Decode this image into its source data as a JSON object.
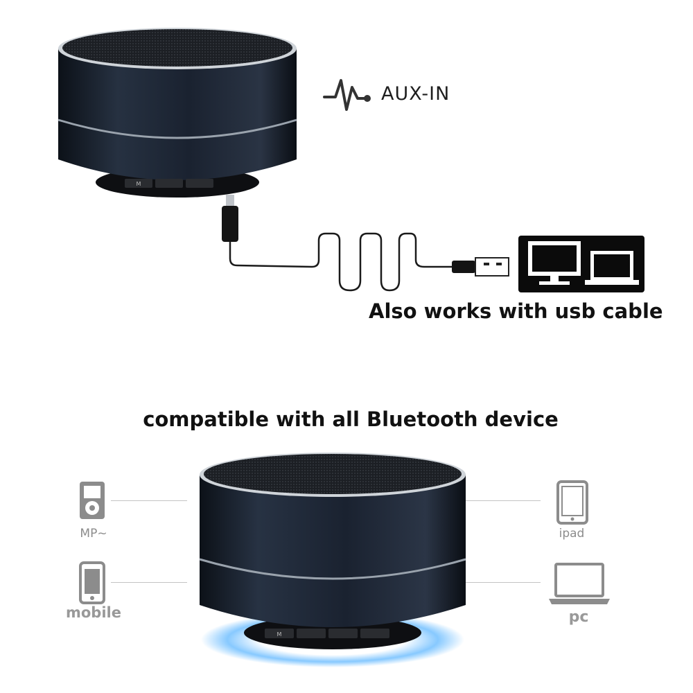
{
  "aux": {
    "label": "AUX-IN",
    "icon": "waveform-icon"
  },
  "usb": {
    "caption": "Also works with usb cable",
    "icon": "computer-monitors-icon"
  },
  "bluetooth": {
    "title": "compatible with all Bluetooth device"
  },
  "devices": {
    "mp3": {
      "label": "MP~",
      "icon": "mp3-player-icon"
    },
    "mobile": {
      "label": "mobile",
      "icon": "mobile-phone-icon"
    },
    "ipad": {
      "label": "ipad",
      "icon": "tablet-icon"
    },
    "pc": {
      "label": "pc",
      "icon": "laptop-icon"
    }
  },
  "speaker": {
    "button_label": "M"
  },
  "colors": {
    "speaker_body": "#1b2433",
    "ring": "#9aa3ad",
    "glow": "#5fb7ff",
    "icon_gray": "#8c8c8c"
  }
}
